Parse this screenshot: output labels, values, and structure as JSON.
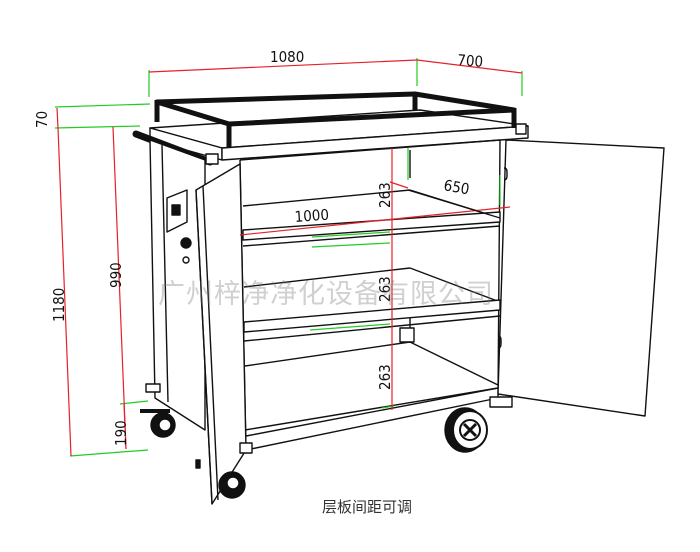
{
  "drawing": {
    "subject": "stainless steel service cart with two open doors and adjustable shelves",
    "colors": {
      "outline": "#111111",
      "dimension_line": "#e8202a",
      "extension_line": "#22cc22",
      "watermark": "#9a9a9a"
    },
    "dimensions": {
      "width": "1080",
      "depth": "700",
      "rail_height": "70",
      "total_height": "1180",
      "body_height": "990",
      "wheel_height": "190",
      "shelf_gap_1": "263",
      "shelf_gap_2": "263",
      "shelf_gap_3": "263",
      "shelf_width": "1000",
      "shelf_depth": "650"
    },
    "units": "mm"
  },
  "watermark": "广州梓净净化设备有限公司",
  "caption": "层板间距可调"
}
